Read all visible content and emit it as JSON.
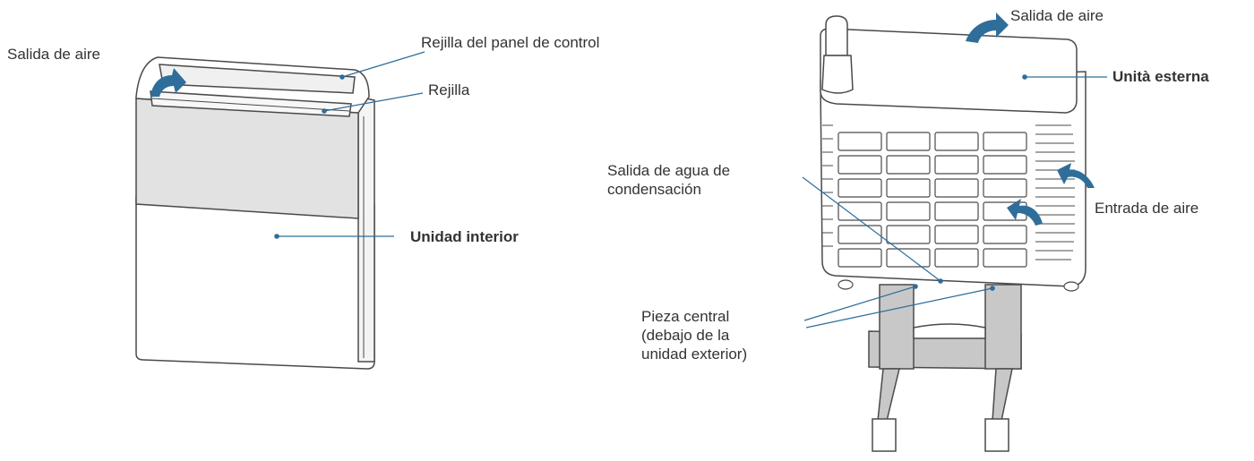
{
  "labels": {
    "salida_aire_left": "Salida de aire",
    "rejilla_panel": "Rejilla del panel de control",
    "rejilla": "Rejilla",
    "unidad_interior": "Unidad interior",
    "salida_aire_right": "Salida de aire",
    "unita_esterna": "Unità esterna",
    "salida_agua_line1": "Salida de agua de",
    "salida_agua_line2": "condensación",
    "entrada_aire": "Entrada de aire",
    "pieza_line1": "Pieza central",
    "pieza_line2": "(debajo de la",
    "pieza_line3": "unidad exterior)"
  },
  "colors": {
    "leader": "#2e6d99",
    "arrow": "#2f6e9a",
    "outline": "#4a4a4a",
    "body_fill": "#ffffff",
    "band_fill": "#e2e2e2",
    "stand_fill": "#c8c8c8"
  }
}
